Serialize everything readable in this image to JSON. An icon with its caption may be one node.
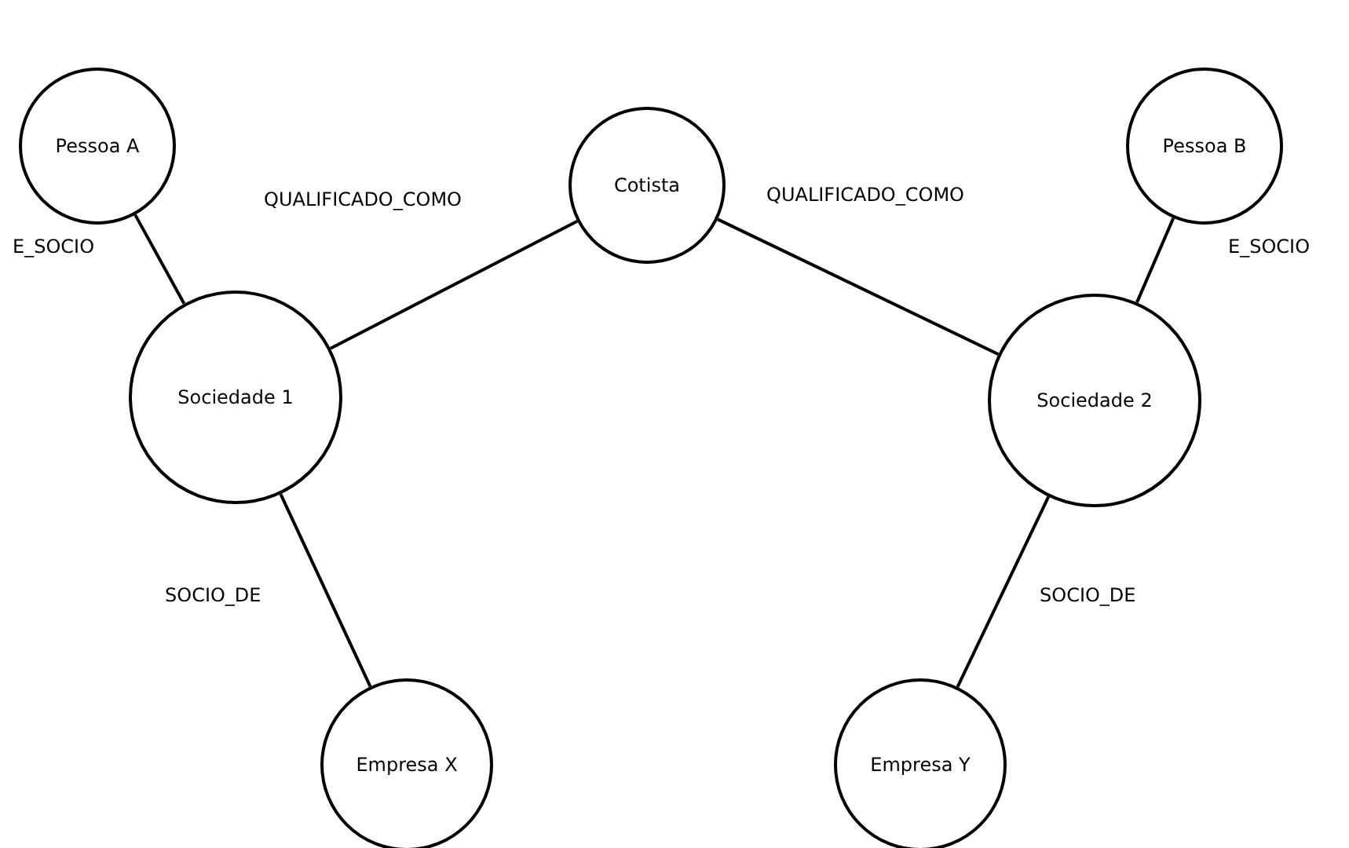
{
  "diagram": {
    "nodes": [
      {
        "text": [
          "Pessoa A"
        ]
      },
      {
        "text": [
          "Cotista"
        ]
      },
      {
        "text": [
          "Pessoa B"
        ]
      },
      {
        "text": [
          "Sociedade 1"
        ]
      },
      {
        "text": [
          "Sociedade 2"
        ]
      },
      {
        "text": [
          "Empresa X"
        ]
      },
      {
        "text": [
          "Empresa Y"
        ]
      }
    ],
    "edges": [
      {
        "from": 0,
        "to": 3,
        "arrow": "none",
        "label": "E_SOCIO"
      },
      {
        "from": 1,
        "to": 3,
        "arrow": "none",
        "label": "QUALIFICADO_COMO"
      },
      {
        "from": 1,
        "to": 4,
        "arrow": "none",
        "label": "QUALIFICADO_COMO"
      },
      {
        "from": 2,
        "to": 4,
        "arrow": "none",
        "label": "E_SOCIO"
      },
      {
        "from": 3,
        "to": 5,
        "arrow": "none",
        "label": "SOCIO_DE"
      },
      {
        "from": 4,
        "to": 6,
        "arrow": "none",
        "label": "SOCIO_DE"
      }
    ]
  }
}
